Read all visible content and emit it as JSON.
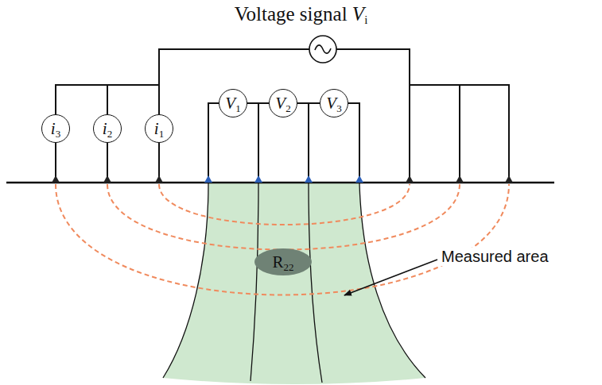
{
  "diagram": {
    "title": "Voltage signal Vi",
    "nodes": [
      {
        "text": [
          "i3"
        ]
      },
      {
        "text": [
          "i2"
        ]
      },
      {
        "text": [
          "i1"
        ]
      },
      {
        "text": [
          "V1"
        ]
      },
      {
        "text": [
          "V2"
        ]
      },
      {
        "text": [
          "V3"
        ]
      },
      {
        "text": [
          "R22"
        ]
      }
    ],
    "edges": [
      {
        "from": 0,
        "to": 1,
        "arrow": "none"
      },
      {
        "from": 1,
        "to": 2,
        "arrow": "none"
      },
      {
        "from": 3,
        "to": 4,
        "arrow": "none"
      },
      {
        "from": 4,
        "to": 5,
        "arrow": "none"
      }
    ],
    "labels": [
      "Measured area"
    ]
  }
}
